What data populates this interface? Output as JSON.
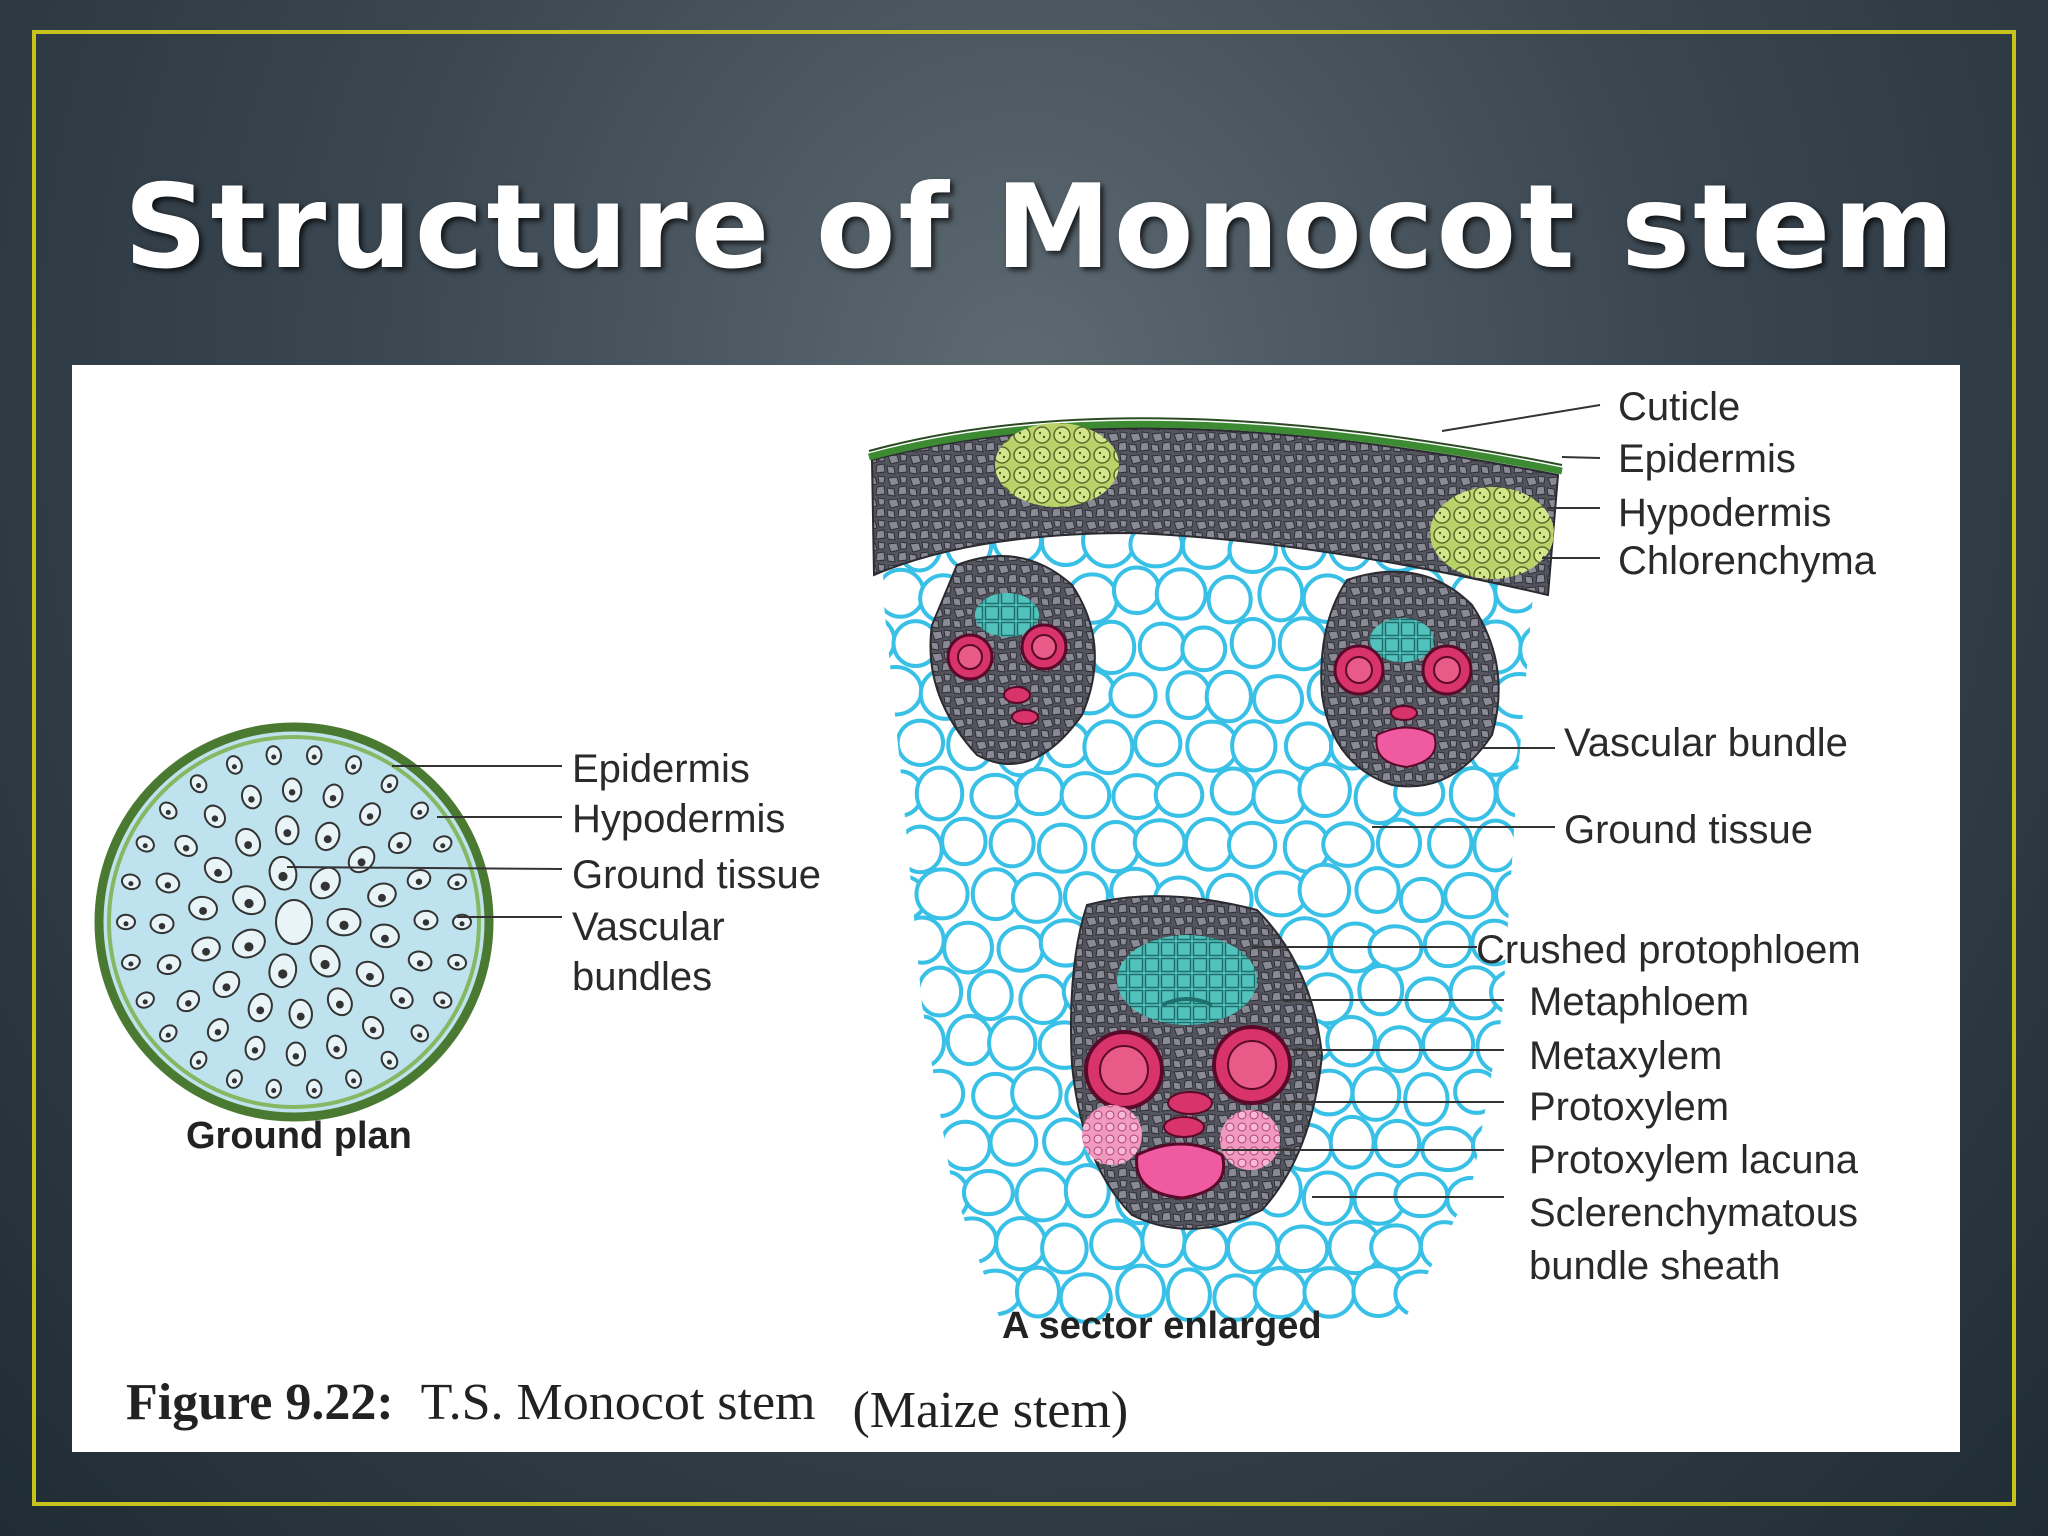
{
  "slide": {
    "title": "Structure of Monocot stem"
  },
  "ground_plan": {
    "caption": "Ground plan",
    "labels": {
      "epidermis": "Epidermis",
      "hypodermis": "Hypodermis",
      "ground_tissue": "Ground tissue",
      "vascular_bundles_1": "Vascular",
      "vascular_bundles_2": "bundles"
    }
  },
  "sector": {
    "caption": "A sector enlarged",
    "labels": {
      "cuticle": "Cuticle",
      "epidermis": "Epidermis",
      "hypodermis": "Hypodermis",
      "chlorenchyma": "Chlorenchyma",
      "vascular_bundle": "Vascular bundle",
      "ground_tissue": "Ground tissue",
      "crushed_protophloem": "Crushed protophloem",
      "metaphloem": "Metaphloem",
      "metaxylem": "Metaxylem",
      "protoxylem": "Protoxylem",
      "protoxylem_lacuna": "Protoxylem lacuna",
      "sclerenchymatous_1": "Sclerenchymatous",
      "sclerenchymatous_2": "bundle sheath"
    }
  },
  "figure": {
    "number": "Figure 9.22:",
    "text": "T.S. Monocot stem",
    "note": "(Maize stem)"
  },
  "colors": {
    "frame": "#c9c21e",
    "panel": "#ffffff",
    "ground_fill": "#bfe3ee",
    "epidermis_green": "#5a8a3a",
    "parenchyma_line": "#38c0e6",
    "sclerenchyma": "#5a5a64",
    "xylem": "#d8336a",
    "lacuna": "#f05aa0",
    "phloem": "#48b8b4",
    "chlorenchyma": "#c8dc78"
  }
}
